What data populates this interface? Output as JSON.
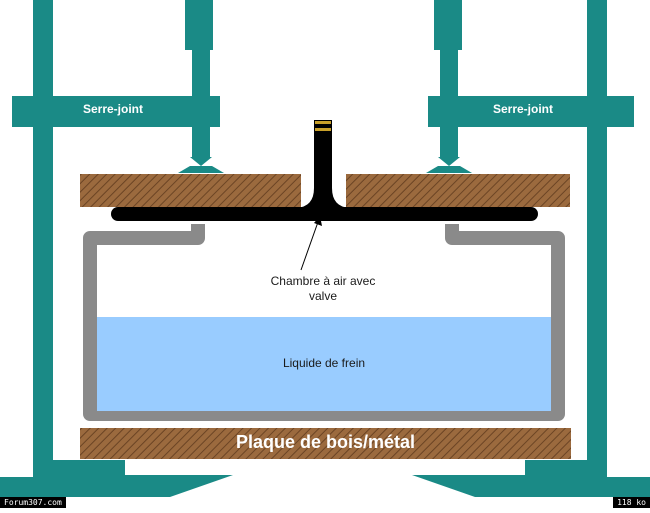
{
  "labels": {
    "clamp_left": "Serre-joint",
    "clamp_right": "Serre-joint",
    "chamber_line1": "Chambre à air avec",
    "chamber_line2": "valve",
    "liquid": "Liquide de frein",
    "plate": "Plaque de bois/métal"
  },
  "footer": {
    "site": "Forum307.com",
    "size": "118 ko"
  },
  "colors": {
    "clamp": "#1a8a86",
    "wood": "#9b6a3e",
    "container": "#8a8a8a",
    "liquid": "#99ccff",
    "tube": "#000000",
    "valve_band": "#c8a02a"
  }
}
